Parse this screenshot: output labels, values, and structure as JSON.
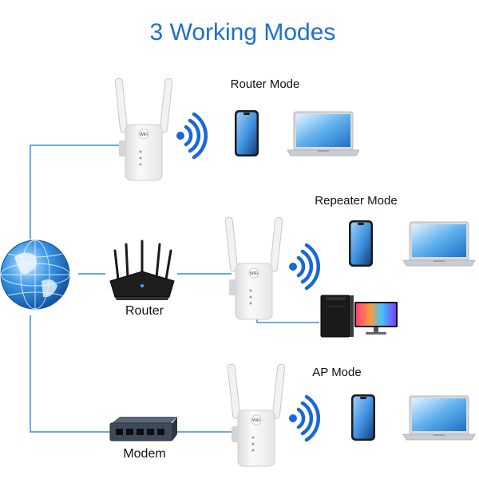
{
  "title": "3 Working Modes",
  "modes": [
    {
      "label": "Router Mode"
    },
    {
      "label": "Repeater Mode"
    },
    {
      "label": "AP Mode"
    }
  ],
  "devices": {
    "router_label": "Router",
    "modem_label": "Modem"
  },
  "colors": {
    "title": "#1f6fd1",
    "connector": "#3a8be0",
    "wifi_waves": "#1a67d8",
    "globe": "#1f7fd6",
    "extender_body": "#f4f4f4",
    "router_body": "#1e1e1e",
    "modem_body": "#3e4a59"
  },
  "icons": {
    "extender": "wifi-extender-icon",
    "signal": "wifi-signal-icon",
    "phone": "smartphone-icon",
    "laptop": "laptop-icon",
    "desktop": "desktop-pc-icon",
    "globe": "globe-icon",
    "router": "router-icon",
    "modem": "network-switch-icon"
  }
}
